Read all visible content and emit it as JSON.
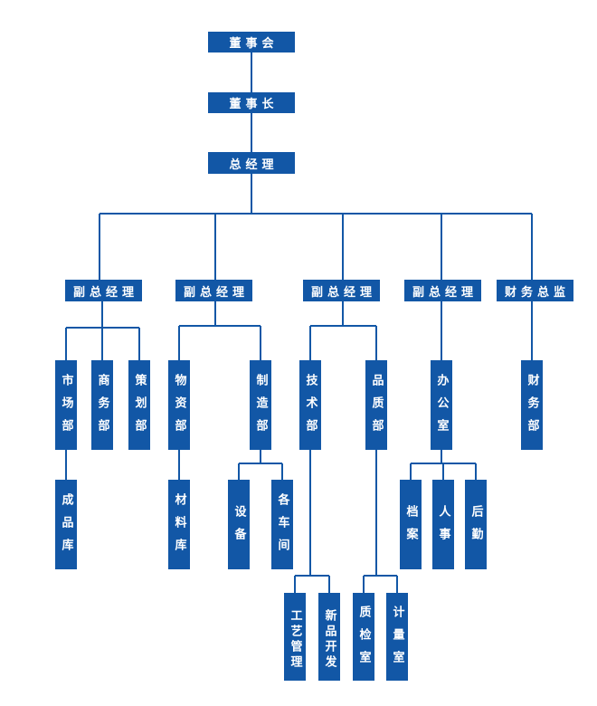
{
  "colors": {
    "box": "#1257a6",
    "line": "#1257a6",
    "text": "#ffffff"
  },
  "nodes": {
    "board": "董事会",
    "chairman": "董事长",
    "gm": "总经理",
    "vp1": "副总经理",
    "vp2": "副总经理",
    "vp3": "副总经理",
    "vp4": "副总经理",
    "cfo": "财务总监",
    "market": "市场部",
    "business": "商务部",
    "planning": "策划部",
    "supplies": "物资部",
    "manufacturing": "制造部",
    "tech": "技术部",
    "quality": "品质部",
    "office": "办公室",
    "finance": "财务部",
    "product_store": "成品库",
    "material_store": "材料库",
    "equipment": "设备",
    "workshops": "各车间",
    "process_mgmt": "工艺管理",
    "new_product": "新品开发",
    "qc_room": "质检室",
    "metrology_room": "计量室",
    "archives": "档案",
    "hr": "人事",
    "logistics": "后勤"
  }
}
